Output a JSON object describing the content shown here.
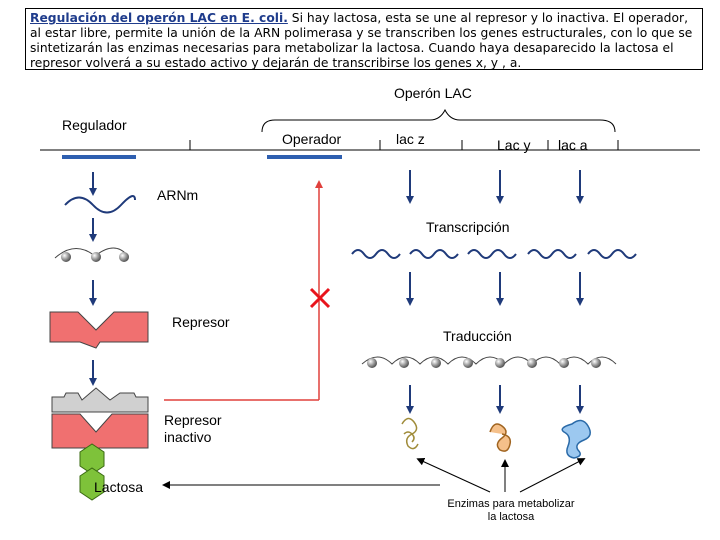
{
  "intro": {
    "title": "Regulación del operón LAC en E. coli.",
    "text": " Si hay lactosa, esta se une al represor y lo inactiva. El operador, al estar libre, permite la unión de la ARN polimerasa y se transcriben los genes estructurales, con lo que se sintetizarán las enzimas necesarias para metabolizar la lactosa. Cuando haya desaparecido la lactosa el represor volverá a su estado activo y dejarán de transcribirse los genes x, y , a."
  },
  "labels": {
    "operon": "Operón  LAC",
    "regulador": "Regulador",
    "operador": "Operador",
    "lac_z": "lac z",
    "lac_y": "Lac y",
    "lac_a": "lac a",
    "arnm": "ARNm",
    "transcripcion": "Transcripción",
    "represor": "Represor",
    "traduccion": "Traducción",
    "represor_inactivo": "Represor\ninactivo",
    "lactosa": "Lactosa",
    "enzimas": "Enzimas para metabolizar la lactosa"
  },
  "colors": {
    "gene_blue": "#2e5fb0",
    "arrow_navy": "#1f3a7a",
    "red_line": "#e0403c",
    "represor_pink": "#f07070",
    "lactosa_green": "#7ec23a",
    "x_mark": "#e8141c"
  }
}
